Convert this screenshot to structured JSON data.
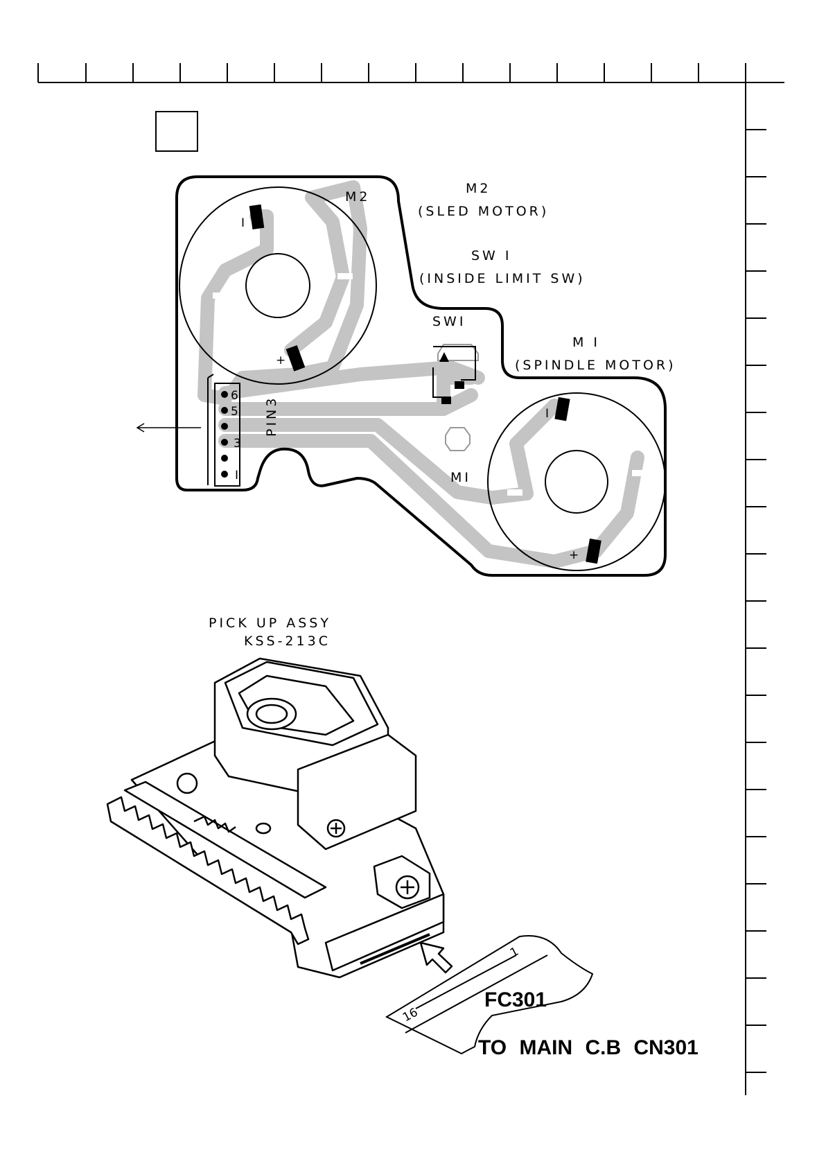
{
  "m2": {
    "title": "M2",
    "subtitle": "(SLED MOTOR)",
    "board_label": "M2",
    "pad_top": "I",
    "pad_plus": "+"
  },
  "sw1": {
    "title": "SW I",
    "subtitle": "(INSIDE LIMIT SW)",
    "board_label": "SWI"
  },
  "m1": {
    "title": "M I",
    "subtitle": "(SPINDLE MOTOR)",
    "board_label": "MI",
    "pad_top": "I",
    "pad_plus": "+"
  },
  "connector": {
    "label": "PIN3",
    "pins": [
      "6",
      "5",
      "3",
      "I"
    ]
  },
  "pickup": {
    "line1": "PICK UP ASSY",
    "line2": "KSS-213C"
  },
  "flex": {
    "pin_first": "1",
    "pin_last": "16",
    "name": "FC301",
    "destination": "TO MAIN C.B CN301"
  },
  "colors": {
    "trace": "#c4c4c4",
    "line": "#000000"
  }
}
